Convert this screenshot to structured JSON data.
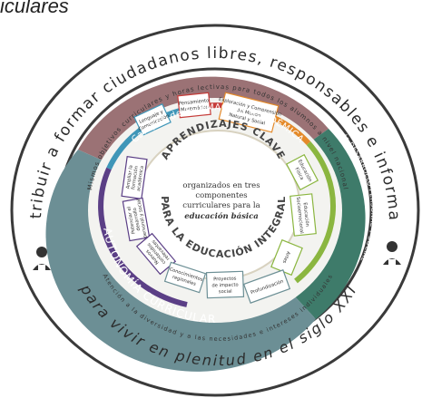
{
  "header_fragment": "iculares",
  "outer_ring": {
    "top": "Contribuir a formar ciudadanos libres, responsables e informados",
    "bottom": "para vivir en plenitud en el siglo XXI"
  },
  "inner_ring": {
    "top": "Mismos objetivos curriculares y horas lectivas para todos los alumnos a nivel nacional",
    "bottom": "Atención a la diversidad y a las necesidades e intereses individuales"
  },
  "sectors": {
    "formacion": "Campos de FORMACIÓN ACADÉMICA",
    "desarrollo": "Áreas de DESARROLLO PERSONAL Y SOCIAL",
    "autonomia": "AUTONOMÍA CURRICULAR"
  },
  "center": {
    "arc_top": "APRENDIZAJES CLAVE",
    "arc_bottom": "PARA LA EDUCACIÓN INTEGRAL",
    "lines": [
      "organizados en tres",
      "componentes",
      "curriculares para la"
    ],
    "emphasis": "educación básica"
  },
  "boxes": {
    "lenguaje": [
      "Lenguaje y",
      "Comunicación"
    ],
    "pensamiento": [
      "Pensamiento",
      "Matemático"
    ],
    "exploracion": [
      "Exploración y Comprensión",
      "del Mundo",
      "Natural y Social"
    ],
    "educacion_fisica": [
      "Educación",
      "Física"
    ],
    "educacion_socioemocional": [
      "Educación",
      "Socioemocional"
    ],
    "artes": [
      "Artes"
    ],
    "ampliar": [
      "Ampliar la",
      "formación",
      "académica"
    ],
    "potenciar": [
      "Potenciar el",
      "desarrollo",
      "personal y social"
    ],
    "nuevos": [
      "Nuevos",
      "contenidos",
      "relevantes"
    ],
    "conocimientos": [
      "Conocimientos",
      "regionales"
    ],
    "proyectos": [
      "Proyectos",
      "de impacto",
      "social"
    ],
    "profundizacion": [
      "Profundización"
    ]
  },
  "icons": [
    "student-left-icon",
    "student-right-icon"
  ],
  "colors": {
    "formacion": "#9b7275",
    "desarrollo": "#3e7b6a",
    "autonomia": "#6c8f95",
    "lenguaje": "#3f96b8",
    "pensamiento": "#c63d3a",
    "exploracion": "#e48a2a",
    "desarrollo_inner": "#8bb640",
    "autonomia_inner": "#5b3f86"
  }
}
